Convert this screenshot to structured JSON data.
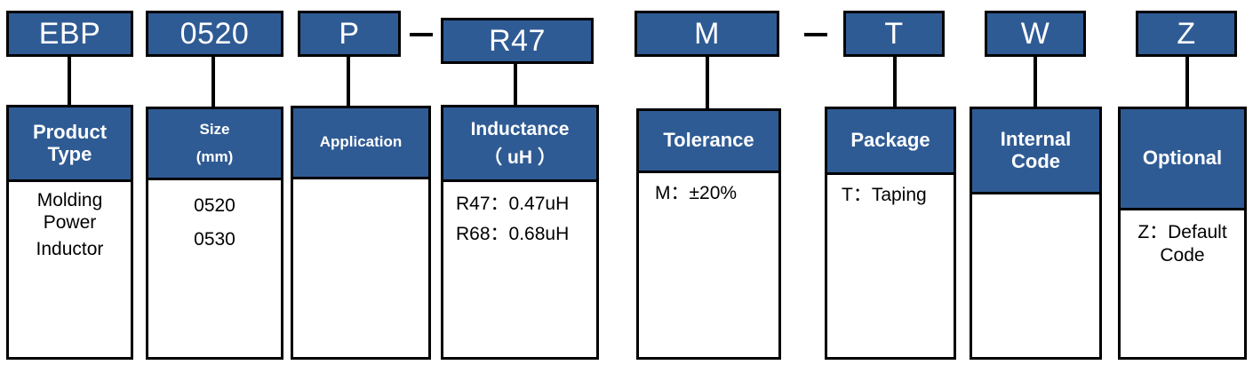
{
  "codes": [
    "EBP",
    "0520",
    "P",
    "R47",
    "M",
    "T",
    "W",
    "Z"
  ],
  "fields": [
    {
      "title": [
        "Product",
        "Type"
      ],
      "lines": [
        "Molding",
        "Power",
        "Inductor"
      ]
    },
    {
      "title": [
        "Size",
        "(mm)"
      ],
      "lines": [
        "0520",
        "0530"
      ]
    },
    {
      "title": [
        "Application"
      ],
      "lines": []
    },
    {
      "title": [
        "Inductance",
        "（ uH ）"
      ],
      "lines": [
        "R47：0.47uH",
        "R68：0.68uH"
      ]
    },
    {
      "title": [
        "Tolerance"
      ],
      "lines": [
        "M：±20%"
      ]
    },
    {
      "title": [
        "Package"
      ],
      "lines": [
        "T：Taping"
      ]
    },
    {
      "title": [
        "Internal",
        "Code"
      ],
      "lines": []
    },
    {
      "title": [
        "Optional"
      ],
      "lines": [
        "Z：Default",
        "Code"
      ]
    }
  ],
  "colors": {
    "header_fill": "#2f5b94",
    "border": "#000000",
    "text_on_fill": "#ffffff"
  }
}
